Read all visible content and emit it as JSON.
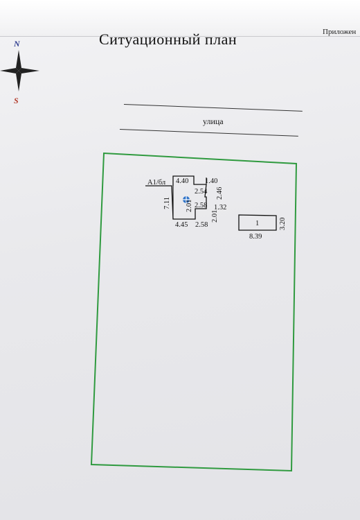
{
  "header": {
    "title": "Ситуационный план",
    "appendix_label": "Приложен"
  },
  "compass": {
    "north": "N",
    "south": "S"
  },
  "street": {
    "label": "улица"
  },
  "building_main": {
    "label": "А1/бл",
    "dimensions": {
      "top_left": "4.40",
      "top_right": "1.40",
      "left": "7.11",
      "right_upper": "2.46",
      "inner_upper": "2.54",
      "inner_middle": "2.58",
      "notch": "1.32",
      "inner_vertical": "2.01",
      "right_lower": "2.01",
      "bottom_left": "4.45",
      "bottom_right": "2.58"
    }
  },
  "building_secondary": {
    "label": "1",
    "dimensions": {
      "length": "8.39",
      "width": "3.20"
    }
  },
  "colors": {
    "plot_boundary": "#2f9a3f",
    "marker": "#2f73c8",
    "compass_north": "#2f3d8f",
    "compass_south": "#b23a2a"
  }
}
